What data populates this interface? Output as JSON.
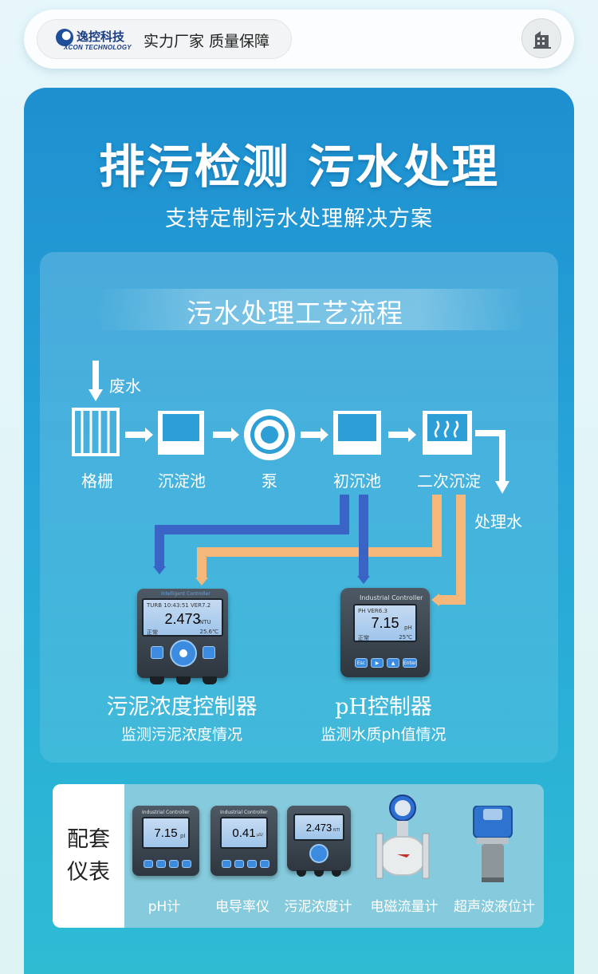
{
  "header": {
    "brand_cn": "逸控科技",
    "brand_en": "XCON TECHNOLOGY",
    "slogan": "实力厂家 质量保障",
    "building_icon": "building-icon"
  },
  "hero": {
    "title": "排污检测 污水处理",
    "subtitle": "支持定制污水处理解决方案"
  },
  "process": {
    "title": "污水处理工艺流程",
    "input_label": "废水",
    "output_label": "处理水",
    "stages": [
      "格栅",
      "沉淀池",
      "泵",
      "初沉池",
      "二次沉淀"
    ]
  },
  "controllers": [
    {
      "name": "污泥浓度控制器",
      "desc": "监测污泥浓度情况",
      "screen_header": "TURB 10:43:51 VER7.2",
      "brand_text": "Intelligent Controller",
      "reading": "2.473",
      "unit": "NTU",
      "footer_left": "正常",
      "footer_right": "25.6℃"
    },
    {
      "name": "pH控制器",
      "desc": "监测水质ph值情况",
      "brand_text": "Industrial Controller",
      "screen_header": "PH VER6.3",
      "reading": "7.15",
      "unit": "pH",
      "footer_left": "正常",
      "footer_right": "25℃",
      "keys": [
        "Esc",
        "▶",
        "▲",
        "Enter"
      ]
    }
  ],
  "accessories": {
    "title_line1": "配套",
    "title_line2": "仪表",
    "items": [
      {
        "label": "pH计",
        "reading": "7.15",
        "brand_text": "Industrial Controller",
        "unit": "pH"
      },
      {
        "label": "电导率仪",
        "reading": "0.41",
        "brand_text": "Industrial Controller",
        "unit": "µS/cm"
      },
      {
        "label": "污泥浓度计",
        "reading": "2.473",
        "unit": "NTU"
      },
      {
        "label": "电磁流量计"
      },
      {
        "label": "超声波液位计"
      }
    ]
  },
  "colors": {
    "flow_blue": "#3a63c6",
    "flow_orange": "#f6b87a",
    "panel_top": "#1e8fd0",
    "panel_bottom": "#2ebdd3"
  }
}
